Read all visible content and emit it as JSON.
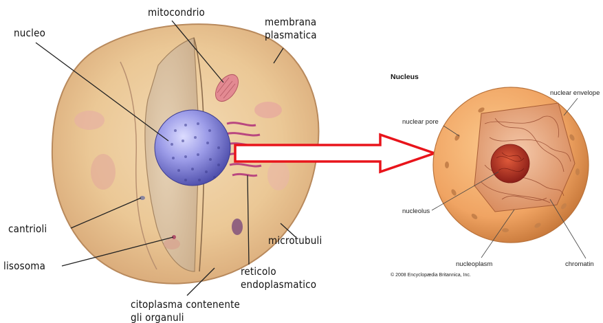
{
  "cell": {
    "labels": {
      "nucleo": "nucleo",
      "mitocondrio": "mitocondrio",
      "membrana_line1": "membrana",
      "membrana_line2": "plasmatica",
      "centrioli": "cantrioli",
      "lisosoma": "lisosoma",
      "microtubuli": "microtubuli",
      "reticolo_line1": "reticolo",
      "reticolo_line2": "endoplasmatico",
      "citoplasma_line1": "citoplasma contenente",
      "citoplasma_line2": "gli organuli"
    }
  },
  "nucleus": {
    "title": "Nucleus",
    "labels": {
      "nuclear_pore": "nuclear pore",
      "nuclear_envelope": "nuclear envelope",
      "nucleolus": "nucleolus",
      "nucleoplasm": "nucleoplasm",
      "chromatin": "chromatin"
    },
    "copyright": "© 2008 Encyclopædia Britannica, Inc."
  },
  "colors": {
    "arrow_outline": "#e8141b",
    "cell_body": "#ecc99b",
    "nucleus_sphere": "#8f8fe0",
    "nucleus_outer": "#f0a463",
    "nucleolus": "#b8352a"
  }
}
